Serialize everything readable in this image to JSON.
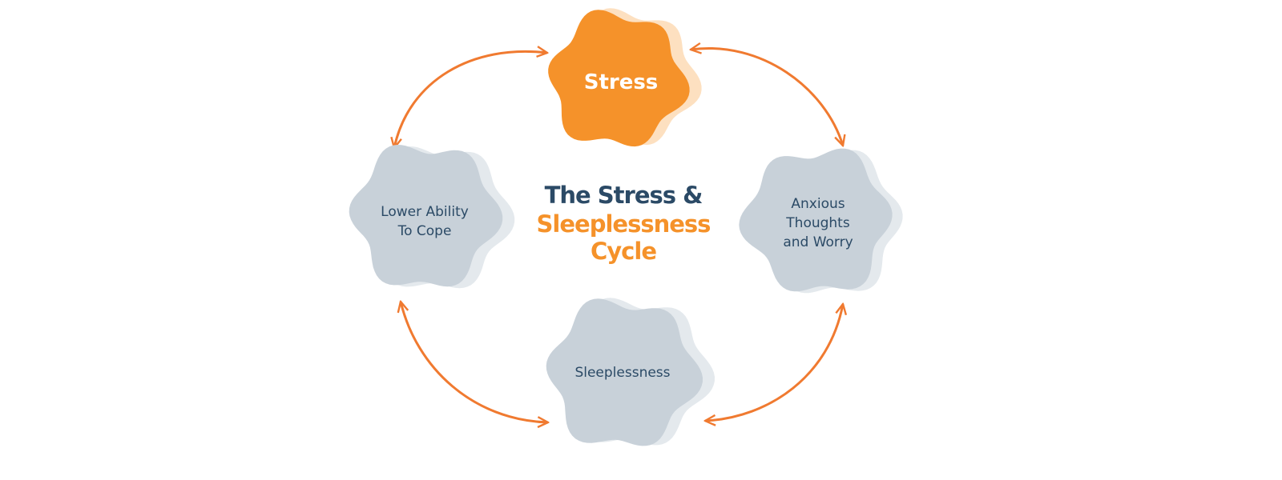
{
  "title": {
    "line1": "The Stress &",
    "line2": "Sleeplessness",
    "line3": "Cycle"
  },
  "nodes": {
    "stress": "Stress",
    "anxious": [
      "Anxious",
      "Thoughts",
      "and Worry"
    ],
    "sleeplessness": "Sleeplessness",
    "cope": [
      "Lower Ability",
      "To Cope"
    ]
  },
  "colors": {
    "orange": "#f5922a",
    "orange_shadow": "#fde0c0",
    "arrow": "#f07a30",
    "grey": "#c8d1d9",
    "grey_shadow": "#e4e9ed",
    "navy": "#2b4a66"
  }
}
